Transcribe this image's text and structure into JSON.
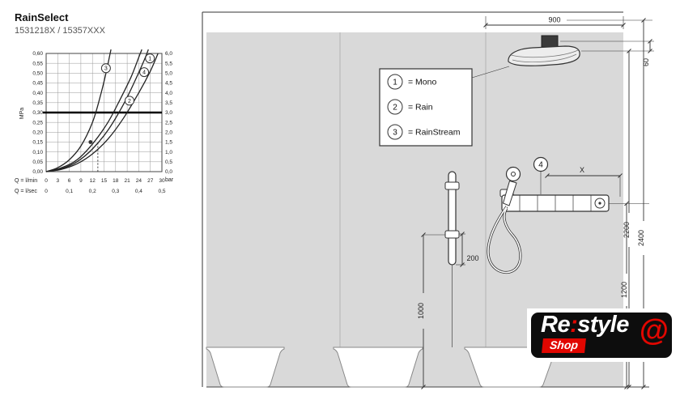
{
  "title": {
    "product_name": "RainSelect",
    "product_codes": "1531218X / 15357XXX"
  },
  "chart_data": {
    "type": "line",
    "x_axis": {
      "label_lmin": "Q = l/min",
      "label_lsec": "Q = l/sec",
      "ticks_lmin": [
        0,
        3,
        6,
        9,
        12,
        15,
        18,
        21,
        24,
        27,
        30
      ],
      "ticks_lsec": [
        "0",
        "0,1",
        "0,2",
        "0,3",
        "0,4",
        "0,5"
      ],
      "range": [
        0,
        30
      ]
    },
    "y_axis_left": {
      "label": "MPa",
      "ticks": [
        "0,00",
        "0,05",
        "0,10",
        "0,15",
        "0,20",
        "0,25",
        "0,30",
        "0,35",
        "0,40",
        "0,45",
        "0,50",
        "0,55",
        "0,60"
      ],
      "range": [
        0,
        0.6
      ]
    },
    "y_axis_right": {
      "label": "bar",
      "ticks": [
        "0,0",
        "0,5",
        "1,0",
        "1,5",
        "2,0",
        "2,5",
        "3,0",
        "3,5",
        "4,0",
        "4,5",
        "5,0",
        "5,5",
        "6,0"
      ]
    },
    "reference_line_mpa": 0.3,
    "dashed_line_lmin": 13.4,
    "operating_point": [
      11.5,
      0.15
    ],
    "series": [
      {
        "id": "1",
        "points": [
          [
            0,
            0
          ],
          [
            4,
            0.015
          ],
          [
            8,
            0.05
          ],
          [
            12,
            0.115
          ],
          [
            16,
            0.21
          ],
          [
            20,
            0.34
          ],
          [
            23,
            0.46
          ],
          [
            25.5,
            0.57
          ],
          [
            26.5,
            0.62
          ]
        ]
      },
      {
        "id": "2",
        "points": [
          [
            0,
            0
          ],
          [
            4,
            0.012
          ],
          [
            8,
            0.04
          ],
          [
            12,
            0.09
          ],
          [
            16,
            0.165
          ],
          [
            20,
            0.27
          ],
          [
            24,
            0.4
          ],
          [
            27,
            0.51
          ],
          [
            29,
            0.6
          ]
        ]
      },
      {
        "id": "3",
        "points": [
          [
            0,
            0
          ],
          [
            3,
            0.02
          ],
          [
            6,
            0.06
          ],
          [
            9,
            0.13
          ],
          [
            12,
            0.25
          ],
          [
            14,
            0.38
          ],
          [
            15.5,
            0.5
          ],
          [
            16.8,
            0.62
          ]
        ]
      },
      {
        "id": "4",
        "points": [
          [
            0,
            0
          ],
          [
            4,
            0.02
          ],
          [
            8,
            0.06
          ],
          [
            12,
            0.14
          ],
          [
            16,
            0.25
          ],
          [
            19,
            0.36
          ],
          [
            22,
            0.48
          ],
          [
            24,
            0.58
          ],
          [
            24.8,
            0.62
          ]
        ]
      }
    ],
    "series_labels": [
      {
        "id": "1",
        "at": [
          26.9,
          0.575
        ]
      },
      {
        "id": "2",
        "at": [
          21.6,
          0.36
        ]
      },
      {
        "id": "3",
        "at": [
          15.5,
          0.525
        ]
      },
      {
        "id": "4",
        "at": [
          25.4,
          0.505
        ]
      }
    ]
  },
  "legend": {
    "items": [
      {
        "number": "1",
        "label": "= Mono"
      },
      {
        "number": "2",
        "label": "= Rain"
      },
      {
        "number": "3",
        "label": "= RainStream"
      }
    ]
  },
  "dims": {
    "d900": "900",
    "d60": "60",
    "d2200": "2200",
    "d2400": "2400",
    "d1200": "1200",
    "d1000": "1000",
    "d200": "200",
    "dx": "X",
    "item4": "4"
  },
  "logo": {
    "part1": "Re",
    "colon": ":",
    "part2": "style",
    "at": "@",
    "shop": "Shop"
  }
}
